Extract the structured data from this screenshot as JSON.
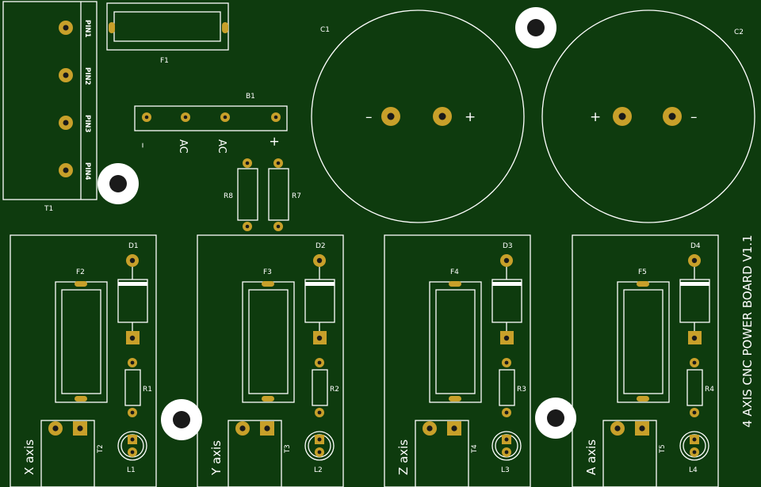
{
  "board": {
    "background": "#0e3b0e",
    "silkscreen": "#ffffff",
    "copper": "#c8a02a",
    "title": "4 AXIS CNC POWER BOARD V1.1"
  },
  "transformer": {
    "ref": "T1",
    "pins": [
      "PIN1",
      "PIN2",
      "PIN3",
      "PIN4"
    ]
  },
  "fuse_main": {
    "ref": "F1"
  },
  "bridge": {
    "ref": "B1",
    "pin_labels": [
      "–",
      "AC",
      "AC",
      "+"
    ]
  },
  "resistors_top": {
    "r8": "R8",
    "r7": "R7"
  },
  "capacitors": {
    "c1": {
      "ref": "C1",
      "minus": "–",
      "plus": "+"
    },
    "c2": {
      "ref": "C2",
      "plus": "+",
      "minus": "–"
    }
  },
  "channels": [
    {
      "axis": "X axis",
      "fuse": "F2",
      "diode": "D1",
      "resistor": "R1",
      "terminal": "T2",
      "led": "L1"
    },
    {
      "axis": "Y axis",
      "fuse": "F3",
      "diode": "D2",
      "resistor": "R2",
      "terminal": "T3",
      "led": "L2"
    },
    {
      "axis": "Z axis",
      "fuse": "F4",
      "diode": "D3",
      "resistor": "R3",
      "terminal": "T4",
      "led": "L3"
    },
    {
      "axis": "A axis",
      "fuse": "F5",
      "diode": "D4",
      "resistor": "R4",
      "terminal": "T5",
      "led": "L4"
    }
  ]
}
